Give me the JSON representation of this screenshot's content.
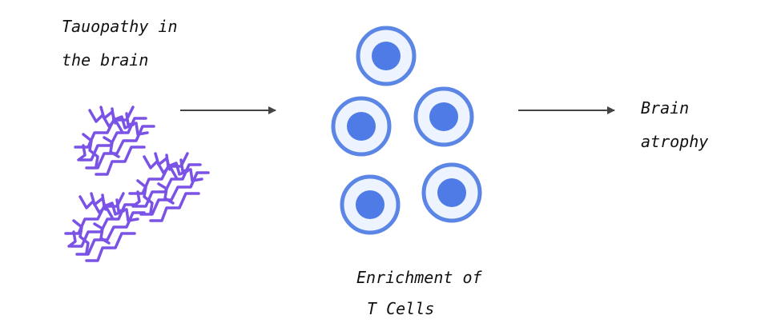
{
  "labels": {
    "left_line1": "Tauopathy in",
    "left_line2": "the brain",
    "right_line1": "Brain",
    "right_line2": "atrophy",
    "bottom_line1": "Enrichment of",
    "bottom_line2": "T Cells"
  },
  "colors": {
    "tau": "#7b52e6",
    "cell_ring": "#5b86e5",
    "cell_nucleus": "#4f7be6",
    "cell_fill": "#eef4ff",
    "arrow": "#444444",
    "text": "#111111"
  },
  "icons": [
    "tau-aggregate-icon",
    "t-cell-icon",
    "arrow-icon"
  ]
}
